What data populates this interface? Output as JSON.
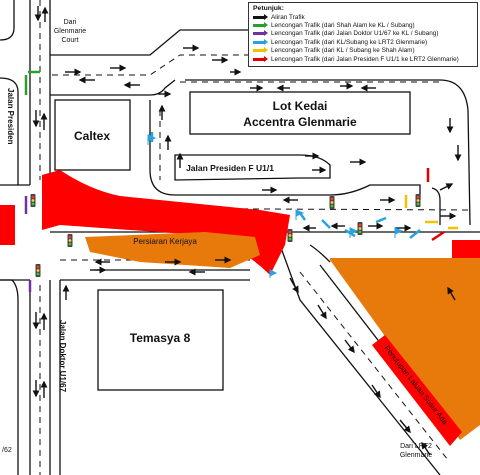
{
  "legend": {
    "title": "Petunjuk:",
    "items": [
      {
        "label": "Aliran Trafik",
        "color": "#111111",
        "name": "legend-flow"
      },
      {
        "label": "Lencongan Trafik (dari Shah Alam ke KL / Subang)",
        "color": "#2aa02a",
        "name": "legend-detour-green"
      },
      {
        "label": "Lencongan Trafik (dari Jalan Doktor U1/67 ke KL / Subang)",
        "color": "#7030a0",
        "name": "legend-detour-purple"
      },
      {
        "label": "Lencongan Trafik (dari KL/Subang ke LRT2 Glenmarie)",
        "color": "#29a3e0",
        "name": "legend-detour-blue"
      },
      {
        "label": "Lencongan Trafik (dari KL / Subang ke Shah Alam)",
        "color": "#f2c200",
        "name": "legend-detour-yellow"
      },
      {
        "label": "Lencongan Trafik (dari Jalan Presiden F U1/1 ke LRT2 Glenmarie)",
        "color": "#e00000",
        "name": "legend-detour-red"
      }
    ]
  },
  "labels": {
    "dari_glenmarie_court": [
      "Dari",
      "Glenmarie",
      "Court"
    ],
    "jalan_presiden": "Jalan Presiden",
    "caltex": "Caltex",
    "lot_kedai": [
      "Lot Kedai",
      "Accentra Glenmarie"
    ],
    "jalan_presiden_f": "Jalan Presiden F U1/1",
    "persiaran_kerjaya": "Persiaran Kerjaya",
    "temasya_8": "Temasya 8",
    "jalan_doktor": "Jalan Doktor U1/67",
    "penutupan": "Penutupan Laluan Susur Ada",
    "dari_lrt2": [
      "Dari LRT2",
      "Glenmarie"
    ],
    "edge_62": "/62"
  },
  "colors": {
    "closure_red": "#ff0000",
    "construction_orange": "#e87a0c",
    "road_line": "#111111"
  }
}
